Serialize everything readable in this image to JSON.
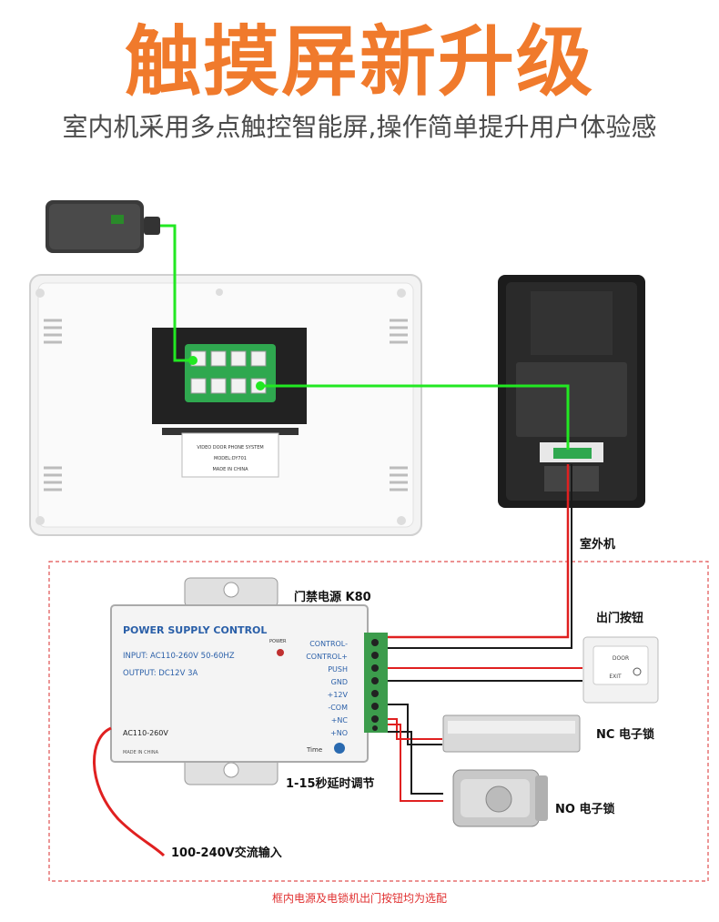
{
  "header": {
    "title": "触摸屏新升级",
    "subtitle": "室内机采用多点触控智能屏,操作简单提升用户体验感"
  },
  "indoor_unit": {
    "label_line1": "VIDEO DOOR PHONE SYSTEM",
    "label_line2": "MODEL:DY701",
    "label_line3": "MADE IN CHINA"
  },
  "outdoor_unit": {
    "label": "室外机"
  },
  "power_supply": {
    "title_label": "门禁电源 K80",
    "brand": "POWER SUPPLY CONTROL",
    "input": "INPUT: AC110-260V 50-60HZ",
    "output": "OUTPUT: DC12V  3A",
    "power_led": "POWER",
    "ac_label": "AC110-260V",
    "made_in": "MADE IN CHINA",
    "time_label": "Time",
    "terminals": [
      "CONTROL-",
      "CONTROL+",
      "PUSH",
      "GND",
      "+12V",
      "-COM",
      "+NC",
      "+NO"
    ],
    "delay_label": "1-15秒延时调节",
    "ac_input_label": "100-240V交流输入"
  },
  "exit_button": {
    "title": "出门按钮",
    "door_text": "DOOR",
    "exit_text": "EXIT"
  },
  "nc_lock": {
    "label": "NC 电子锁"
  },
  "no_lock": {
    "label": "NO 电子锁"
  },
  "footer_note": "框内电源及电锁机出门按钮均为选配",
  "colors": {
    "title": "#f07a2c",
    "green_wire": "#22e822",
    "red_wire": "#e02020",
    "dashed_box": "#e05050",
    "note": "#e03030"
  }
}
